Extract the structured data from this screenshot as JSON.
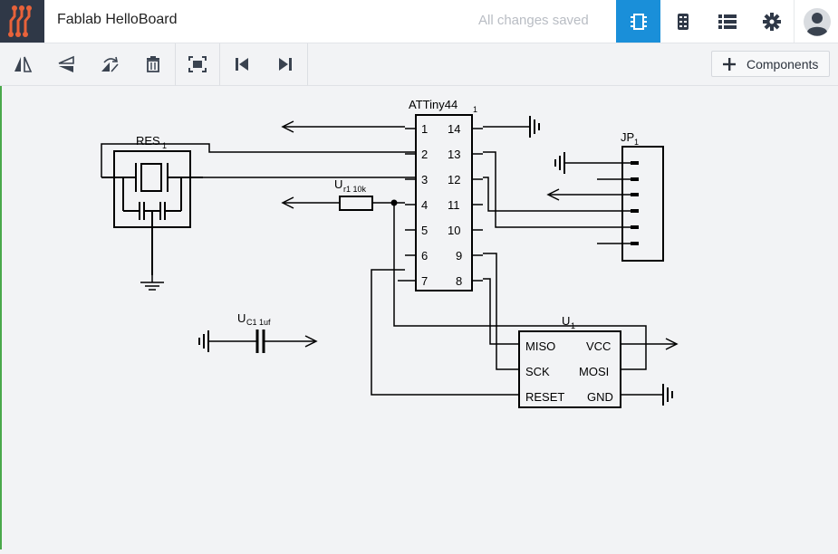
{
  "header": {
    "app_title": "Fablab HelloBoard",
    "save_status": "All changes saved",
    "nav": [
      {
        "name": "schematic-view",
        "icon": "chip-icon",
        "active": true
      },
      {
        "name": "board-view",
        "icon": "board-icon",
        "active": false
      },
      {
        "name": "bom-list",
        "icon": "list-icon",
        "active": false
      },
      {
        "name": "settings",
        "icon": "gear-icon",
        "active": false
      }
    ],
    "accent_color": "#1a8fd9"
  },
  "toolbar": {
    "tools": [
      "flip-horizontal-icon",
      "flip-vertical-icon",
      "rotate-icon",
      "trash-icon",
      "fit-screen-icon",
      "skip-back-icon",
      "skip-forward-icon"
    ],
    "components_label": "Components"
  },
  "schematic": {
    "attiny": {
      "name": "ATTiny44",
      "sub": "1",
      "left_pins": [
        "1",
        "2",
        "3",
        "4",
        "5",
        "6",
        "7"
      ],
      "right_pins": [
        "14",
        "13",
        "12",
        "11",
        "10",
        "9",
        "8"
      ]
    },
    "resonator": {
      "name": "RES",
      "sub": "1"
    },
    "resistor": {
      "name": "U",
      "sub": "r1 10k"
    },
    "capacitor": {
      "name": "U",
      "sub": "C1 1uf"
    },
    "jp": {
      "name": "JP",
      "sub": "1"
    },
    "isp": {
      "name": "U",
      "sub": "1",
      "left_pins": [
        "MISO",
        "SCK",
        "RESET"
      ],
      "right_pins": [
        "VCC",
        "MOSI",
        "GND"
      ]
    }
  }
}
